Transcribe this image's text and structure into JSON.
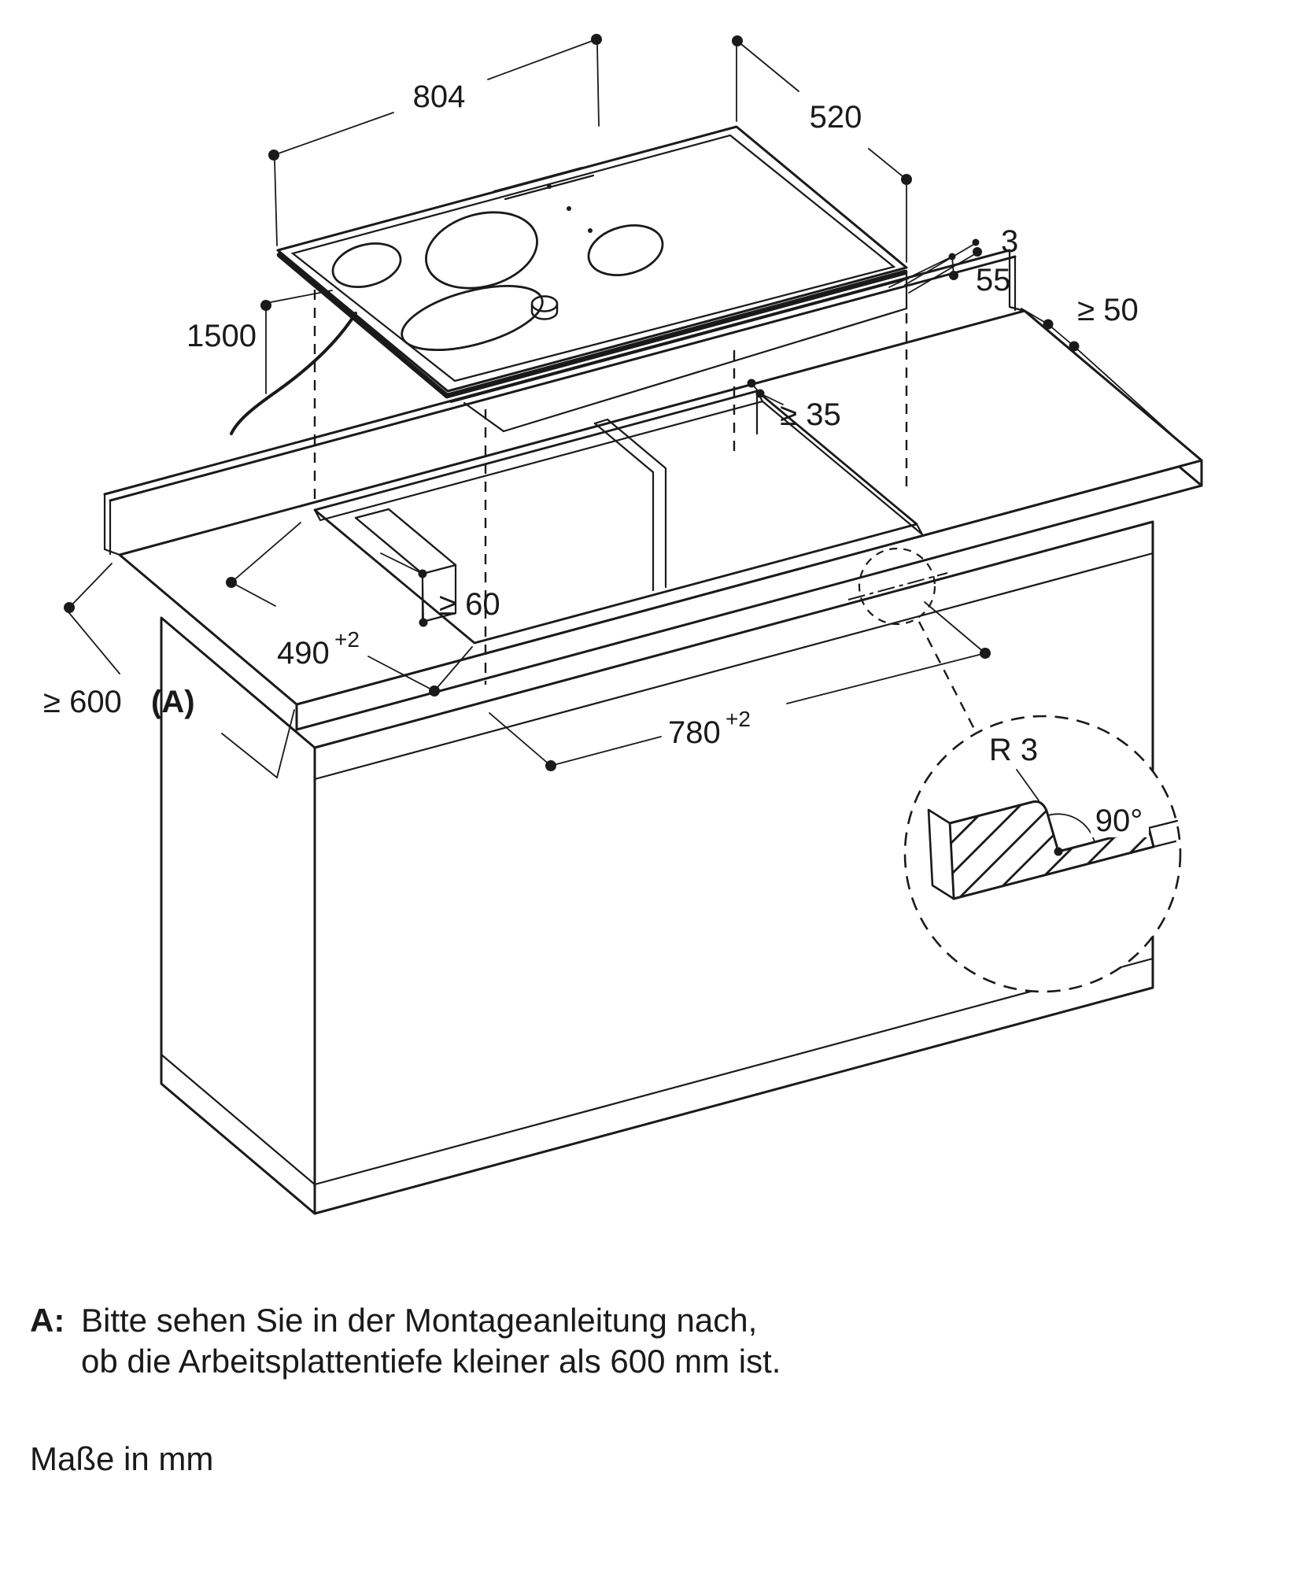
{
  "figure": {
    "kind": "appliance-installation-drawing",
    "subject": "built-in cooktop with worktop cutout",
    "line_color": "#1a1a1a",
    "background": "#ffffff"
  },
  "dims": {
    "appliance_width": "804",
    "appliance_depth": "520",
    "cable_length": "1500",
    "glass_thickness": "3",
    "body_height": "55",
    "side_clearance": "≥ 50",
    "rear_clearance": "≥ 35",
    "web_width": "≥ 60",
    "cutout_depth": "490",
    "cutout_depth_tol": "+2",
    "cutout_width": "780",
    "cutout_width_tol": "+2",
    "worktop_depth": "≥ 600",
    "worktop_depth_ref": "(A)",
    "edge_radius": "R 3",
    "edge_angle": "90°"
  },
  "note": {
    "ref": "A:",
    "line1": "Bitte sehen Sie in der Montageanleitung nach,",
    "line2": "ob die Arbeitsplattentiefe kleiner als 600 mm ist."
  },
  "units": "Maße in mm"
}
